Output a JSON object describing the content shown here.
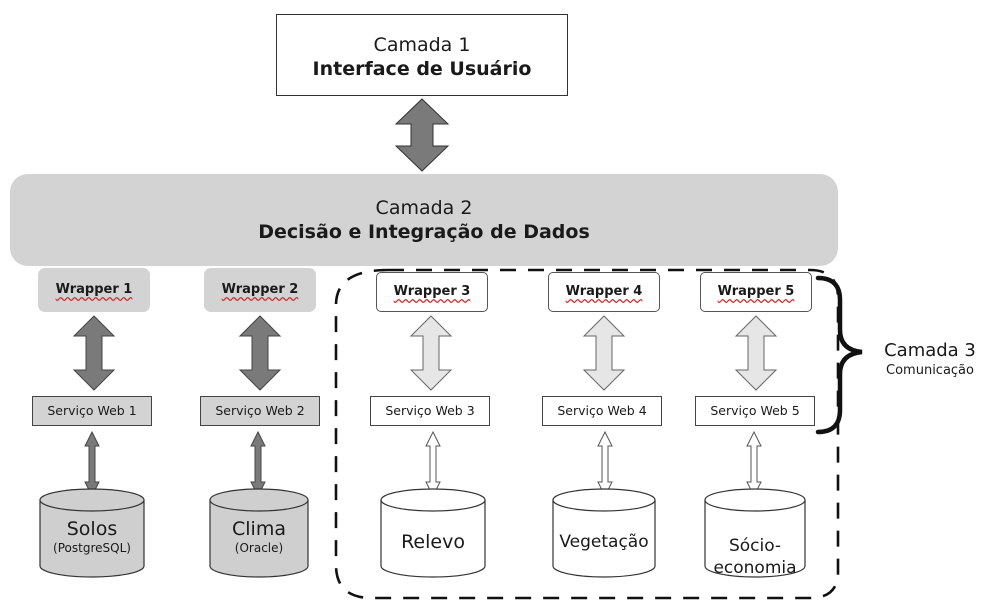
{
  "layer1": {
    "title": "Camada 1",
    "subtitle": "Interface de Usuário"
  },
  "layer2": {
    "title": "Camada 2",
    "subtitle": "Decisão e Integração de Dados"
  },
  "layer3": {
    "title": "Camada 3",
    "subtitle": "Comunicação"
  },
  "wrappers": [
    "Wrapper 1",
    "Wrapper 2",
    "Wrapper 3",
    "Wrapper 4",
    "Wrapper 5"
  ],
  "services": [
    "Serviço Web 1",
    "Serviço Web 2",
    "Serviço Web 3",
    "Serviço Web 4",
    "Serviço Web 5"
  ],
  "databases": [
    {
      "name": "Solos",
      "sub": "(PostgreSQL)"
    },
    {
      "name": "Clima",
      "sub": "(Oracle)"
    },
    {
      "name": "Relevo",
      "sub": ""
    },
    {
      "name": "Vegetação",
      "sub": ""
    },
    {
      "name": "Sócio-\neconomia",
      "sub": ""
    }
  ],
  "colors": {
    "gray_fill": "#d3d3d3",
    "dark_arrow": "#7a7a7a",
    "light_arrow": "#e6e6e6",
    "stroke": "#333333"
  }
}
